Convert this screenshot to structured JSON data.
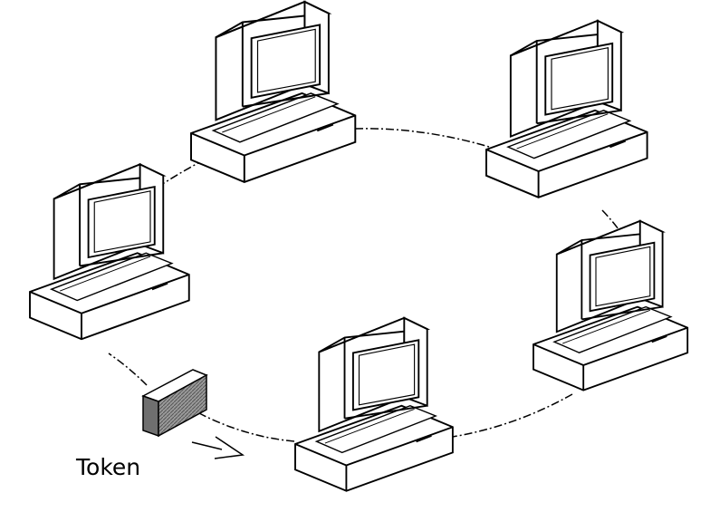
{
  "diagram": {
    "token_label": "Token",
    "nodes": [
      {
        "id": "pc-top-left"
      },
      {
        "id": "pc-top-right"
      },
      {
        "id": "pc-left"
      },
      {
        "id": "pc-right"
      },
      {
        "id": "pc-bottom"
      }
    ],
    "colors": {
      "stroke": "#000000",
      "fill": "#ffffff",
      "token_fill": "#8a8a8a"
    }
  }
}
